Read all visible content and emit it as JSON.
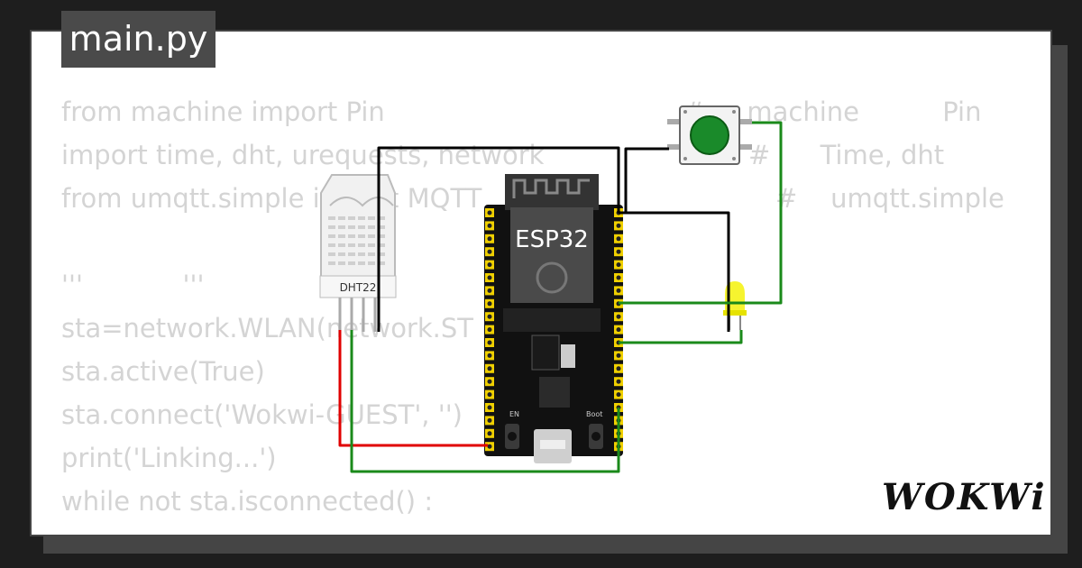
{
  "file_tab": {
    "label": "main.py"
  },
  "code_lines": [
    "from machine import Pin",
    "import time, dht, urequests, network",
    "from umqtt.simple import MQTT",
    "",
    "'''            '''",
    "sta=network.WLAN(network.ST",
    "sta.active(True)",
    "sta.connect('Wokwi-GUEST', '')",
    "print('Linking...')",
    "while not sta.isconnected() :"
  ],
  "code_side": [
    "#     machine          Pin",
    "#      Time, dht",
    "#    umqtt.simple"
  ],
  "board": {
    "label": "ESP32",
    "en_label": "EN",
    "boot_label": "Boot"
  },
  "sensor": {
    "label": "DHT22"
  },
  "logo": {
    "text": "WOKWi"
  },
  "colors": {
    "background": "#1e1e1e",
    "card": "#ffffff",
    "wire_red": "#e00000",
    "wire_green": "#1a8a1a",
    "wire_black": "#000000",
    "button_green": "#1a8a2a",
    "led_yellow": "#f4f20a"
  }
}
